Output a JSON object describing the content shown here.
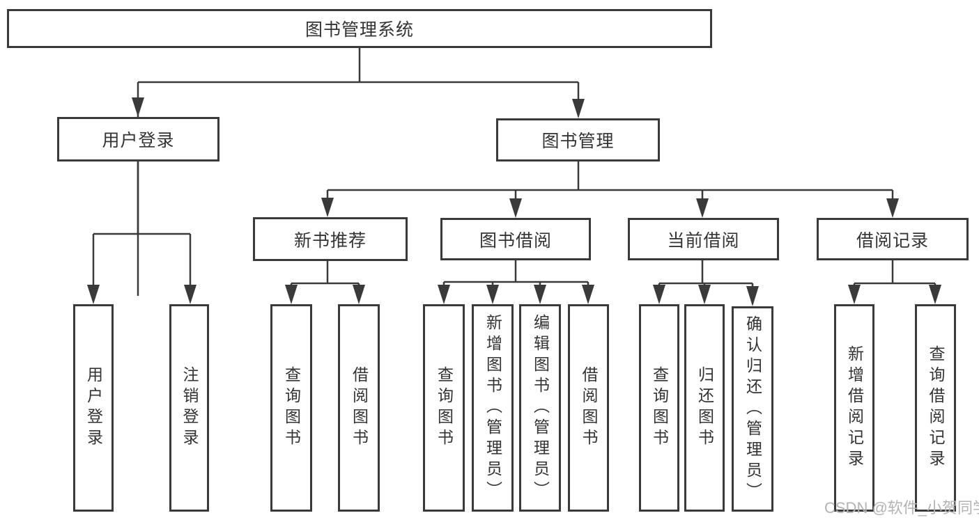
{
  "nodes": {
    "root": "图书管理系统",
    "user_login": "用户登录",
    "book_mgmt": "图书管理",
    "login": "用户登录",
    "logout": "注销登录",
    "new_book_rec": "新书推荐",
    "book_borrow": "图书借阅",
    "current_borrow": "当前借阅",
    "borrow_records": "借阅记录",
    "rec_query": "查询图书",
    "rec_borrow": "借阅图书",
    "bb_query": "查询图书",
    "bb_add": "新增图书（管理员）",
    "bb_edit": "编辑图书（管理员）",
    "bb_borrow": "借阅图书",
    "cb_query": "查询图书",
    "cb_return": "归还图书",
    "cb_confirm": "确认归还（管理员）",
    "br_add": "新增借阅记录",
    "br_query": "查询借阅记录"
  },
  "watermark": "CSDN @软件_小贺同学",
  "colors": {
    "line": "#3a3a3a",
    "text": "#333333",
    "watermark": "#b3b3b3"
  }
}
